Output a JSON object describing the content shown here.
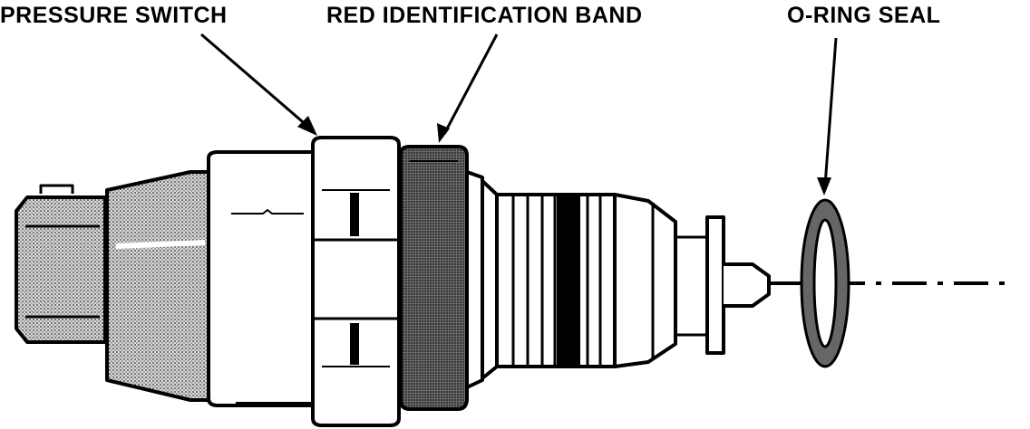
{
  "labels": {
    "pressure_switch": "PRESSURE SWITCH",
    "red_band": "RED IDENTIFICATION BAND",
    "o_ring": "O-RING SEAL"
  },
  "colors": {
    "ink": "#000000",
    "paper": "#ffffff",
    "stipple_light": "#bdbdbd",
    "stipple_dark": "#4a4a4a"
  }
}
